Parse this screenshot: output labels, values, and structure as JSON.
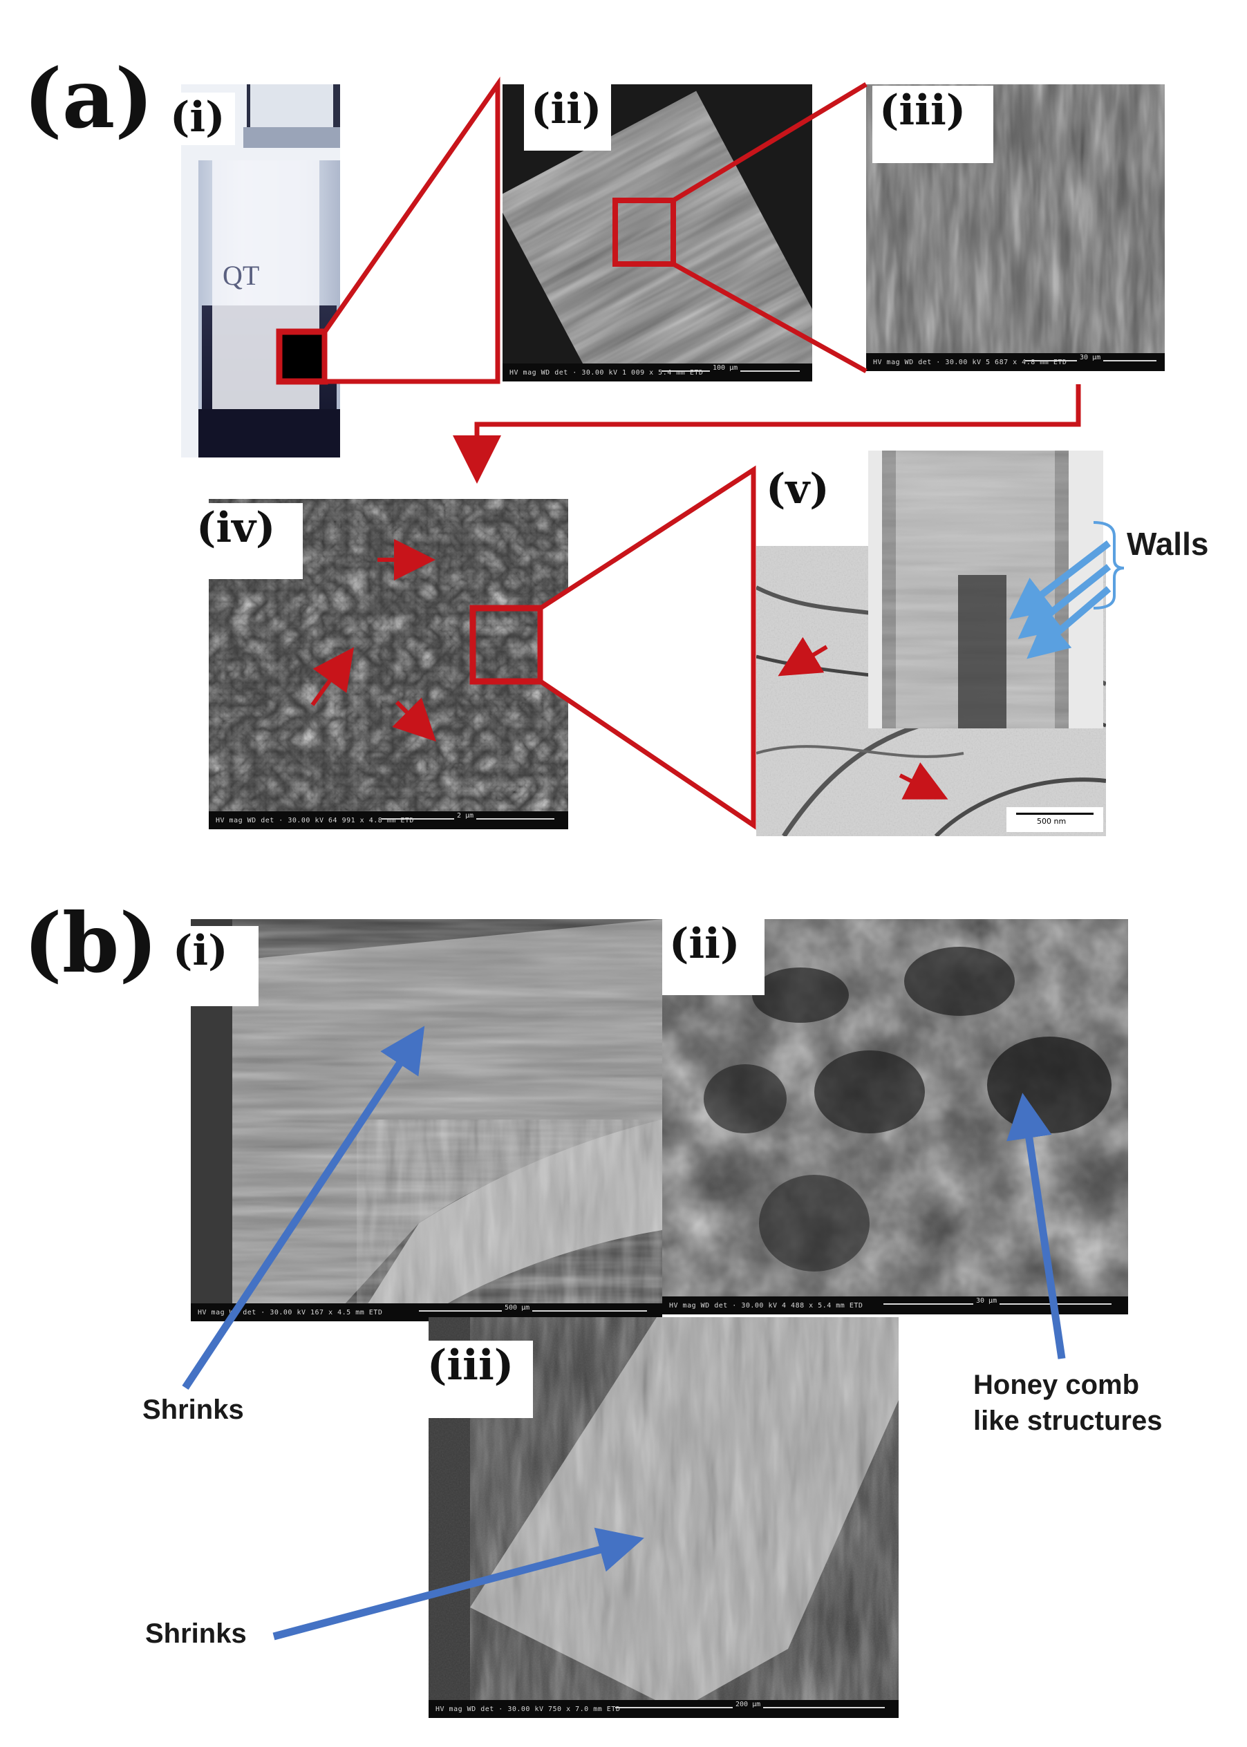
{
  "panels": {
    "a": {
      "letter": "(a)",
      "sub_labels": [
        "(i)",
        "(ii)",
        "(iii)",
        "(iv)",
        "(v)"
      ],
      "vial_marks": [
        "QT"
      ],
      "scale_bars": {
        "ii": {
          "meta": "HV  mag  WD  det · 30.00 kV 1 009 x 5.4 mm ETD",
          "text": "100 µm"
        },
        "iii": {
          "meta": "HV  mag  WD  det · 30.00 kV 5 687 x 4.8 mm ETD",
          "text": "30 µm"
        },
        "iv": {
          "meta": "HV  mag  WD  det · 30.00 kV 64 991 x 4.8 mm ETD",
          "text": "2 µm"
        },
        "v": {
          "text": "500 nm"
        }
      },
      "annotations": {
        "walls": "Walls"
      }
    },
    "b": {
      "letter": "(b)",
      "sub_labels": [
        "(i)",
        "(ii)",
        "(iii)"
      ],
      "scale_bars": {
        "i": {
          "meta": "HV  mag  WD  det · 30.00 kV 167 x 4.5 mm ETD",
          "text": "500 µm"
        },
        "ii": {
          "meta": "HV  mag  WD  det · 30.00 kV 4 488 x 5.4 mm ETD",
          "text": "30 µm"
        },
        "iii": {
          "meta": "HV  mag  WD  det · 30.00 kV 750 x 7.0 mm ETD",
          "text": "200 µm"
        }
      },
      "annotations": {
        "shrinks_top": "Shrinks",
        "honeycomb_line1": "Honey comb",
        "honeycomb_line2": "like structures",
        "shrinks_bottom": "Shrinks"
      }
    }
  },
  "colors": {
    "zoom_red": "#c8141a",
    "arrow_blue": "#4472c4",
    "wall_blue": "#5aa0e0",
    "sem_dark": "#3a3a3a",
    "tem_light": "#cfcfcf"
  }
}
